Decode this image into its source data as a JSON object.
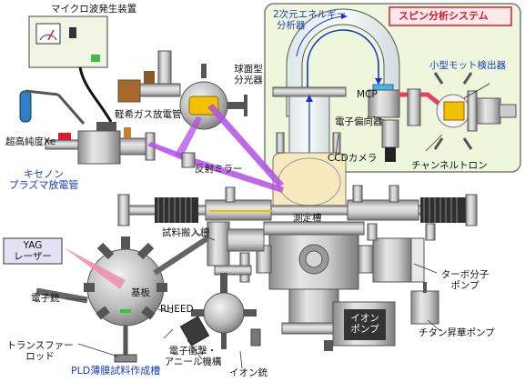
{
  "labels": {
    "microwave": "マイクロ波発生装置",
    "spherical_analyzer_line1": "球面型",
    "spherical_analyzer_line2": "分光器",
    "analyzer_2d_line1": "2次元エネルギー",
    "analyzer_2d_line2": "分析器",
    "spin_system": "スピン分析システム",
    "mott_detector": "小型モット検出器",
    "light_gas_lamp": "軽希ガス放電管",
    "mcp": "MCP",
    "electron_deflector": "電子偏向器",
    "xenon_gas": "超高純度Xe",
    "ccd_camera": "CCDカメラ",
    "channeltron": "チャンネルトロン",
    "xenon_lamp_line1": "キセノン",
    "xenon_lamp_line2": "プラズマ放電管",
    "reflect_mirror": "反射ミラー",
    "measurement_chamber": "測定槽",
    "sample_transfer_chamber": "試料搬入槽",
    "yag_line1": "YAG",
    "yag_line2": "レーザー",
    "substrate": "基板",
    "electron_gun": "電子銃",
    "rheed": "RHEED",
    "turbo_line1": "ターボ分子",
    "turbo_line2": "ポンプ",
    "transfer_rod_line1": "トランスファー",
    "transfer_rod_line2": "ロッド",
    "ion_pump_line1": "イオン",
    "ion_pump_line2": "ポンプ",
    "ti_sublimation_pump": "チタン昇華ポンプ",
    "e_bombard_line1": "電子衝撃・",
    "e_bombard_line2": "アニール機構",
    "ion_gun": "イオン銃",
    "pld_chamber": "PLD薄膜試料作成槽"
  },
  "colors": {
    "spin_box_fill": "#eef7dc",
    "spin_box_stroke": "#7a7a7a",
    "spin_title_fill": "#fde8ea",
    "spin_title_text": "#e0182d",
    "blue_label": "#1b3fc0",
    "metal": "#c8c8c8",
    "metal_dark": "#8a8a8a",
    "uv_beam": "#b34fe6",
    "yag_beam": "#ef8fb0",
    "electron_path": "#1a2fd0",
    "mott_path": "#e8406a",
    "yag_box": "#e3e3f5",
    "bellows": "#333333",
    "yellow_line": "#f0c000"
  },
  "icons": {
    "microwave_meter": "meter-icon",
    "gas_cylinder": "gas-cylinder-icon"
  }
}
